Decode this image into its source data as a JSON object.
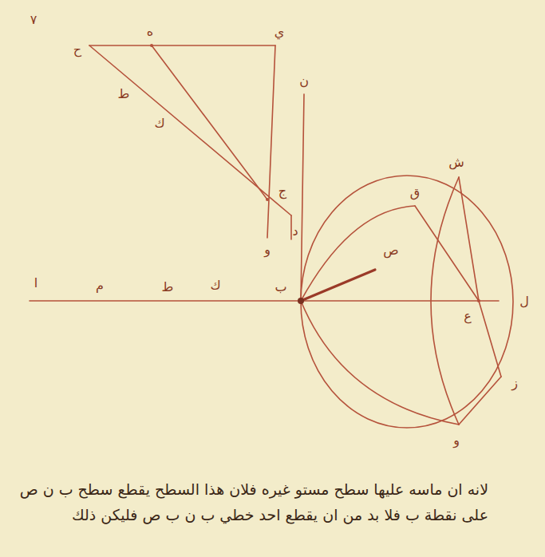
{
  "diagram": {
    "labels": [
      "٧",
      "ح",
      "ه",
      "ي",
      "ط",
      "ك",
      "ج",
      "و",
      "د",
      "ن",
      "ا",
      "م",
      "ط",
      "ك",
      "ب",
      "ص",
      "ق",
      "ش",
      "ع",
      "ل",
      "ز",
      "و",
      "لانه ان ماسه عليها سطح مستو غيره فلان هذا السطح يقطع سطح ب ن ص",
      "على نقطة ب فلا بد من ان يقطع احد خطي ب ن ب ص فليكن ذلك"
    ]
  }
}
